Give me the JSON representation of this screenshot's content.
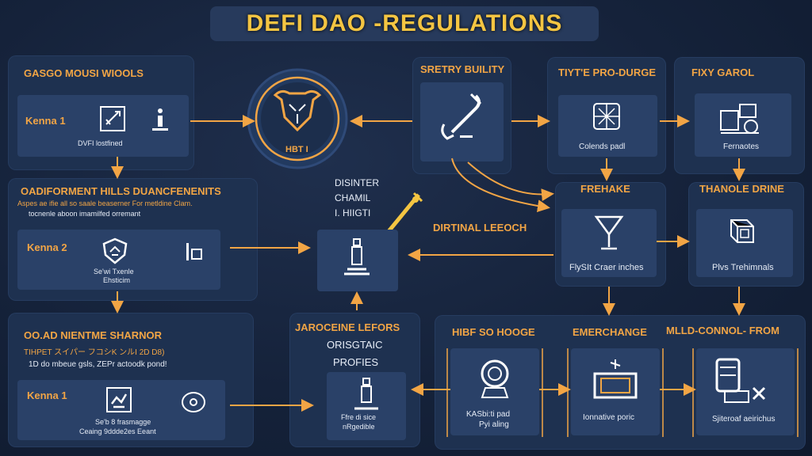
{
  "title": "DEFI DAO -REGULATIONS",
  "colors": {
    "accent": "#f2a545",
    "title": "#f4c542",
    "panel": "#1e3150",
    "box": "#2a4168",
    "background": "#15223a"
  },
  "left": {
    "top": {
      "title": "GASGO MOUSI WIOOLS",
      "key": "Kenna 1",
      "caption": "DVFI lostfined"
    },
    "mid": {
      "title": "OADIFORMENT HILLS DUANCFENENITS",
      "sub1": "Aspes ae ifie all so saale beaserner For metldine Clam.",
      "sub2": "tocnenle aboon imamilfed orremant",
      "key": "Kenna 2",
      "caption1": "Se'wi Txenle",
      "caption2": "Ehsticim"
    },
    "bot": {
      "title": "OO.AD NIENTME SHARNOR",
      "sub1": "TIHPET スイパー フコシK ンルI 2D D8)",
      "sub2": "1D do mbeue gsls, ZEPr actoodk pond!",
      "key": "Kenna 1",
      "caption1": "Se'b 8 frasmagge",
      "caption2": "Ceaing 9ddde2es Eeant"
    }
  },
  "hub": {
    "label": "HBT I"
  },
  "center": {
    "sretry": "SRETRY BUILITY",
    "disinter": [
      "DISINTER",
      "CHAMIL",
      "I. HIIGTI"
    ],
    "dirtinal": "DIRTINAL LEEOCH",
    "jarocene": [
      "JAROCEINE LEFORS",
      "ORISGTAIC",
      "PROFIES"
    ],
    "box_caption1": "Ffre di sice",
    "box_caption2": "nRgedible"
  },
  "right_top": {
    "a_title": "TIYT'E PRO-DURGE",
    "a_caption": "Colends padl",
    "b_title": "FIXY GAROL",
    "b_caption": "Fernaotes"
  },
  "right_mid": {
    "a_title": "FREHAKE",
    "a_caption": "FlySIt Craer inches",
    "b_title": "THANOLE DRINE",
    "b_caption": "Plvs Trehimnals"
  },
  "right_bot": {
    "a_title": "HIBF SO HOOGE",
    "a_caption1": "KASbi:ti pad",
    "a_caption2": "Pyi aling",
    "b_title": "EMERCHANGE",
    "b_caption": "Ionnative poric",
    "c_title": "MLLD-CONNOL- FROM",
    "c_caption": "Sjiteroaf aeirichus"
  }
}
